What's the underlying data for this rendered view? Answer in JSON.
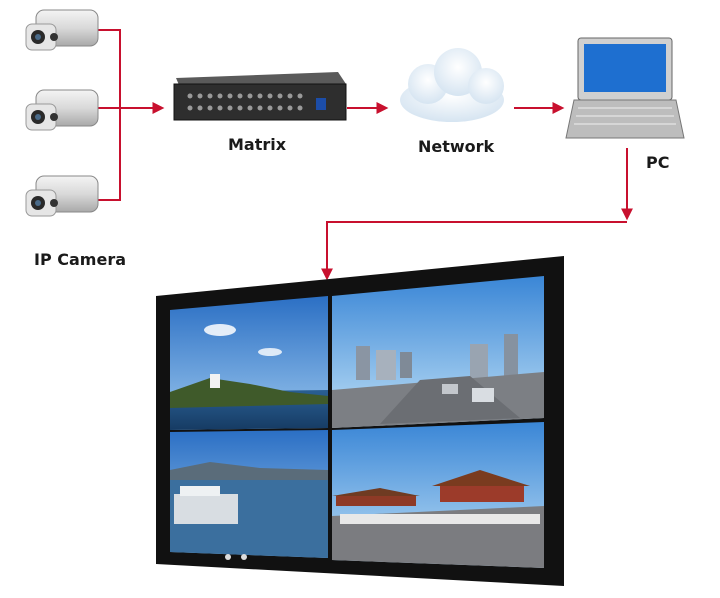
{
  "labels": {
    "camera": "IP Camera",
    "matrix": "Matrix",
    "network": "Network",
    "pc": "PC"
  },
  "colors": {
    "connector": "#c8102e",
    "screen_frame": "#111111",
    "sky": "#2f78c8",
    "laptop_screen": "#1e6fd0"
  },
  "icons": {
    "camera": "ip-camera-icon",
    "matrix": "matrix-device-icon",
    "network": "cloud-icon",
    "pc": "laptop-icon",
    "wall": "video-wall-display"
  }
}
